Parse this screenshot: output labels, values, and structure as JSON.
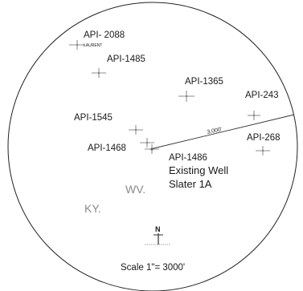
{
  "map": {
    "wells": [
      {
        "label": "API- 2088",
        "sublabel": "LAURENT"
      },
      {
        "label": "API-1485"
      },
      {
        "label": "API-1365"
      },
      {
        "label": "API-243"
      },
      {
        "label": "API-1545"
      },
      {
        "label": "API-1468"
      },
      {
        "label": "API-268"
      },
      {
        "label": "API-1486"
      }
    ],
    "existing_well": {
      "line1": "Existing Well",
      "line2": "Slater 1A"
    },
    "states": [
      "WV.",
      "KY."
    ],
    "distance_label": "3,000'",
    "north_label": "N",
    "scale_label": "Scale 1\"= 3000'",
    "colors": {
      "ink": "#1a1a1a",
      "state_label": "#8a8a8a",
      "symbol": "#666666"
    }
  }
}
